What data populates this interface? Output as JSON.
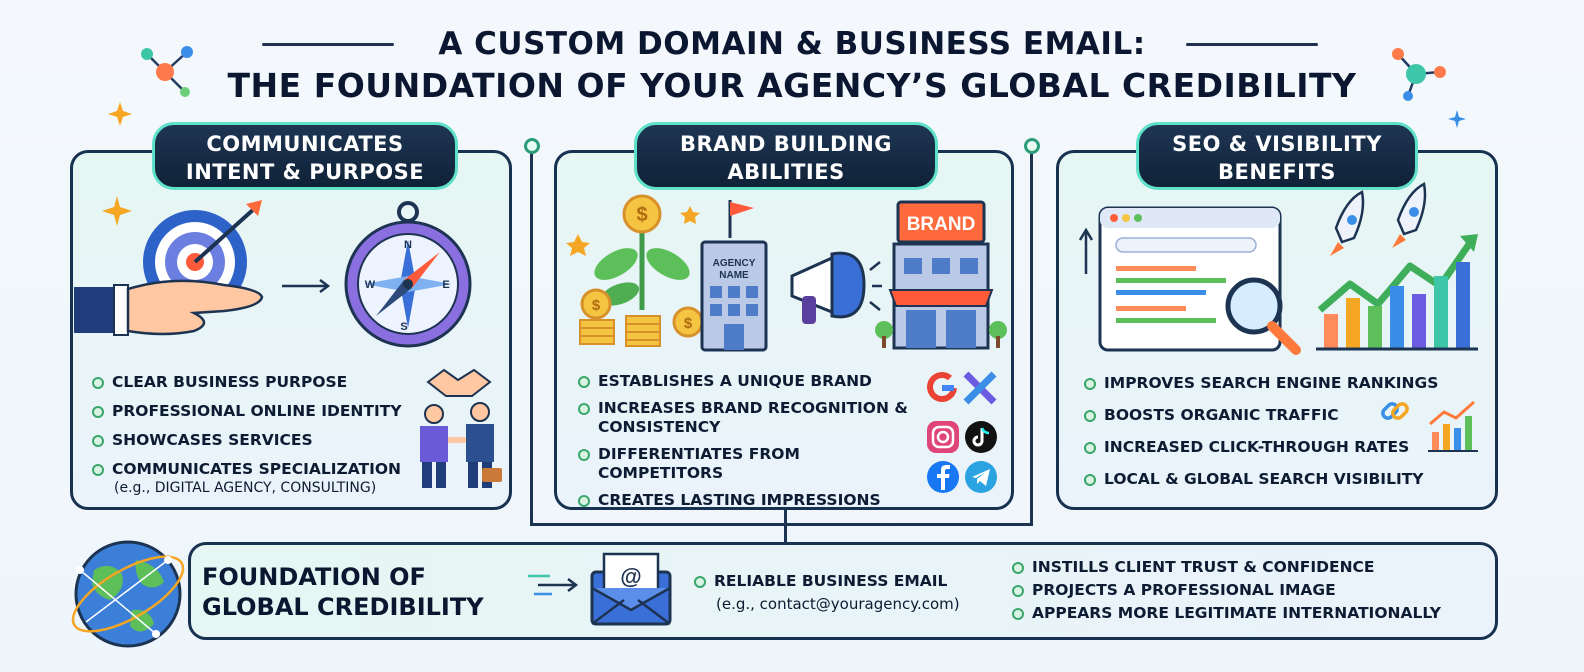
{
  "header": {
    "line1": "A CUSTOM DOMAIN & BUSINESS EMAIL:",
    "line2": "THE FOUNDATION OF YOUR AGENCY’S GLOBAL CREDIBILITY"
  },
  "panels": [
    {
      "title_line1": "COMMUNICATES",
      "title_line2": "INTENT & PURPOSE",
      "bullets": [
        "CLEAR BUSINESS PURPOSE",
        "PROFESSIONAL ONLINE IDENTITY",
        "SHOWCASES SERVICES",
        "COMMUNICATES SPECIALIZATION"
      ],
      "bullet_note": "(e.g., DIGITAL AGENCY, CONSULTING)",
      "compass_letters": [
        "N",
        "E",
        "S",
        "W"
      ]
    },
    {
      "title_line1": "BRAND BUILDING",
      "title_line2": "ABILITIES",
      "bullets": [
        "ESTABLISHES A UNIQUE BRAND",
        "INCREASES BRAND RECOGNITION & CONSISTENCY",
        "DIFFERENTIATES FROM COMPETITORS",
        "CREATES LASTING IMPRESSIONS"
      ],
      "building_sign_line1": "AGENCY",
      "building_sign_line2": "NAME",
      "store_sign": "BRAND",
      "coin_symbol": "$"
    },
    {
      "title_line1": "SEO & VISIBILITY",
      "title_line2": "BENEFITS",
      "bullets": [
        "IMPROVES SEARCH ENGINE RANKINGS",
        "BOOSTS ORGANIC TRAFFIC",
        "INCREASED CLICK-THROUGH RATES",
        "LOCAL & GLOBAL SEARCH VISIBILITY"
      ]
    }
  ],
  "foundation": {
    "title_line1": "FOUNDATION OF",
    "title_line2": "GLOBAL CREDIBILITY",
    "email_label": "RELIABLE BUSINESS EMAIL",
    "email_example": "(e.g., contact@youragency.com)",
    "envelope_symbol": "@",
    "benefits": [
      "INSTILLS CLIENT TRUST & CONFIDENCE",
      "PROJECTS A PROFESSIONAL IMAGE",
      "APPEARS MORE LEGITIMATE INTERNATIONALLY"
    ]
  },
  "colors": {
    "navy": "#173150",
    "accent_teal": "#5fe0c8",
    "bullet_green": "#3aa66b"
  }
}
